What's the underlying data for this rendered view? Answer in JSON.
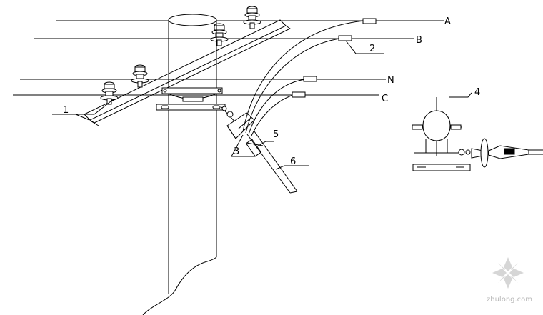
{
  "diagram": {
    "line_labels": {
      "a": "A",
      "b": "B",
      "n": "N",
      "c": "C"
    },
    "callouts": {
      "c1": "1",
      "c2": "2",
      "c3": "3",
      "c4": "4",
      "c5": "5",
      "c6": "6"
    }
  },
  "watermark": {
    "text": "zhulong.com"
  },
  "colors": {
    "line": "#000000",
    "watermark": "#b8b8b8"
  }
}
